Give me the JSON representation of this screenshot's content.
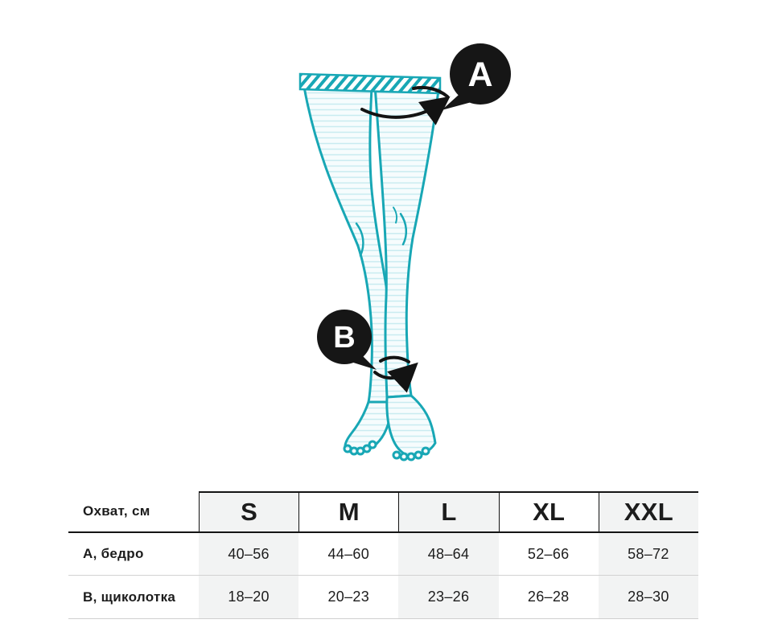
{
  "illustration": {
    "teal": "#18a7b5",
    "badge_color": "#161616",
    "badges": {
      "a": "A",
      "b": "B"
    }
  },
  "table": {
    "corner_label": "Охват, см",
    "sizes": [
      "S",
      "M",
      "L",
      "XL",
      "XXL"
    ],
    "rows": [
      {
        "label": "А, бедро",
        "values": [
          "40–56",
          "44–60",
          "48–64",
          "52–66",
          "58–72"
        ]
      },
      {
        "label": "В, щиколотка",
        "values": [
          "18–20",
          "20–23",
          "23–26",
          "26–28",
          "28–30"
        ]
      }
    ]
  },
  "chart_data": {
    "type": "table",
    "title": "Охват, см",
    "columns": [
      "S",
      "M",
      "L",
      "XL",
      "XXL"
    ],
    "rows": [
      {
        "label": "А, бедро",
        "values": [
          "40–56",
          "44–60",
          "48–64",
          "52–66",
          "58–72"
        ]
      },
      {
        "label": "В, щиколотка",
        "values": [
          "18–20",
          "20–23",
          "23–26",
          "26–28",
          "28–30"
        ]
      }
    ]
  }
}
